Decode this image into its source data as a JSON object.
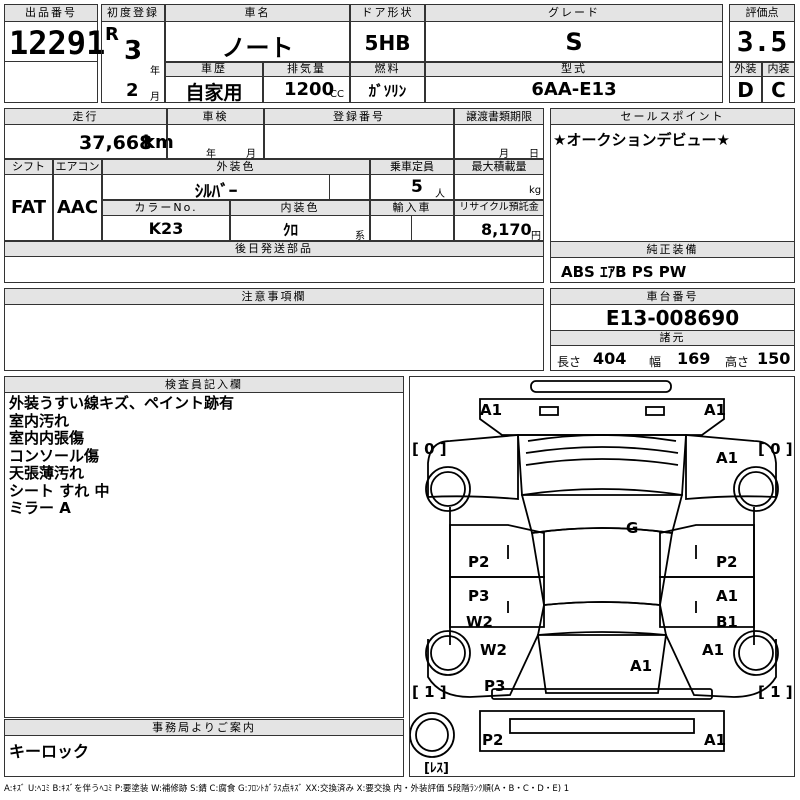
{
  "header": {
    "lot_no_label": "出品番号",
    "lot_no": "12291",
    "first_reg_label": "初度登録",
    "era": "R",
    "reg_year": "3",
    "year_unit": "年",
    "reg_month": "2",
    "month_unit": "月",
    "car_name_label": "車名",
    "car_name": "ノート",
    "door_label": "ドア形状",
    "door": "5HB",
    "grade_label": "グレード",
    "grade": "S",
    "score_label": "評価点",
    "score": "3.5",
    "history_label": "車歴",
    "history": "自家用",
    "displacement_label": "排気量",
    "displacement": "1200",
    "cc_unit": "CC",
    "fuel_label": "燃料",
    "fuel": "ｶﾞｿﾘﾝ",
    "model_label": "型式",
    "model": "6AA-E13",
    "exterior_label": "外装",
    "exterior": "D",
    "interior_label": "内装",
    "interior": "C"
  },
  "row2": {
    "mileage_label": "走行",
    "mileage": "37,668",
    "km_unit": "km",
    "shaken_label": "車検",
    "year_unit": "年",
    "month_unit": "月",
    "plate_label": "登録番号",
    "doc_label": "譲渡書類期限",
    "day_unit": "日",
    "shift_label": "シフト",
    "shift": "FAT",
    "ac_label": "エアコン",
    "ac": "AAC",
    "color_label": "外装色",
    "color": "ｼﾙﾊﾞｰ",
    "capacity_label": "乗車定員",
    "capacity": "5",
    "capacity_unit": "人",
    "load_label": "最大積載量",
    "load_unit": "kg",
    "color_no_label": "カラーNo.",
    "color_no": "K23",
    "int_color_label": "内装色",
    "int_color": "ｸﾛ",
    "int_color_unit": "系",
    "import_label": "輸入車",
    "recycle_label": "リサイクル預託金",
    "recycle": "8,170",
    "yen_unit": "円"
  },
  "sales_point_label": "セールスポイント",
  "sales_point": "★オークションデビュー★",
  "later_parts_label": "後日発送部品",
  "equipment_label": "純正装備",
  "equipment": "ABS ｴｱB PS PW",
  "caution_label": "注意事項欄",
  "chassis_label": "車台番号",
  "chassis": "E13-008690",
  "spec_label": "諸元",
  "dims": {
    "len_label": "長さ",
    "len": "404",
    "width_label": "幅",
    "width": "169",
    "height_label": "高さ",
    "height": "150"
  },
  "inspector_label": "検査員記入欄",
  "inspector_notes": [
    "外装うすい線キズ、ペイント跡有",
    "室内汚れ",
    "室内内張傷",
    "コンソール傷",
    "天張薄汚れ",
    "シート すれ 中",
    "ミラー A"
  ],
  "office_label": "事務局よりご案内",
  "office_note": "キーロック",
  "diagram": {
    "tires": [
      "[ 0 ]",
      "[ 0 ]",
      "[ 1 ]",
      "[ 1 ]",
      "[ﾚｽ]"
    ],
    "marks": [
      "A1",
      "A1",
      "A1",
      "G",
      "P2",
      "P2",
      "P3",
      "A1",
      "W2",
      "B1",
      "W2",
      "A1",
      "A1",
      "P3",
      "P2",
      "A1"
    ]
  },
  "legend": "A:ｷｽﾞ U:ﾍｺﾐ B:ｷｽﾞを伴うﾍｺﾐ P:要塗装 W:補修跡 S:錆 C:腐食 G:ﾌﾛﾝﾄｶﾞﾗｽ点ｷｽﾞ XX:交換済み X:要交換 内・外装評価 5段階ﾗﾝｸ順(A・B・C・D・E) 1"
}
